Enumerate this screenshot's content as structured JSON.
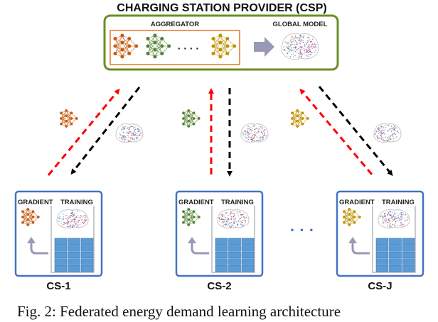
{
  "title": "CHARGING STATION PROVIDER (CSP)",
  "aggregator_label": "AGGREGATOR",
  "global_model_label": "GLOBAL MODEL",
  "ellipsis": "· · · ·",
  "stations": [
    {
      "name": "CS-1",
      "gradient_label": "GRADIENT",
      "training_label": "TRAINING",
      "nn_color": "#c55a11"
    },
    {
      "name": "CS-2",
      "gradient_label": "GRADIENT",
      "training_label": "TRAINING",
      "nn_color": "#548235"
    },
    {
      "name": "CS-J",
      "gradient_label": "GRADIENT",
      "training_label": "TRAINING",
      "nn_color": "#bf9000"
    }
  ],
  "between_dots": "· · ·",
  "caption": "Fig. 2: Federated energy demand learning architecture",
  "colors": {
    "csp_border": "#6b8e23",
    "aggregator_border": "#ed7d31",
    "station_border": "#4472c4",
    "uplink_arrow": "#ff0000",
    "downlink_arrow": "#000000",
    "data_cell": "#5b9bd5",
    "brain_outline": "#c8c8c8"
  }
}
